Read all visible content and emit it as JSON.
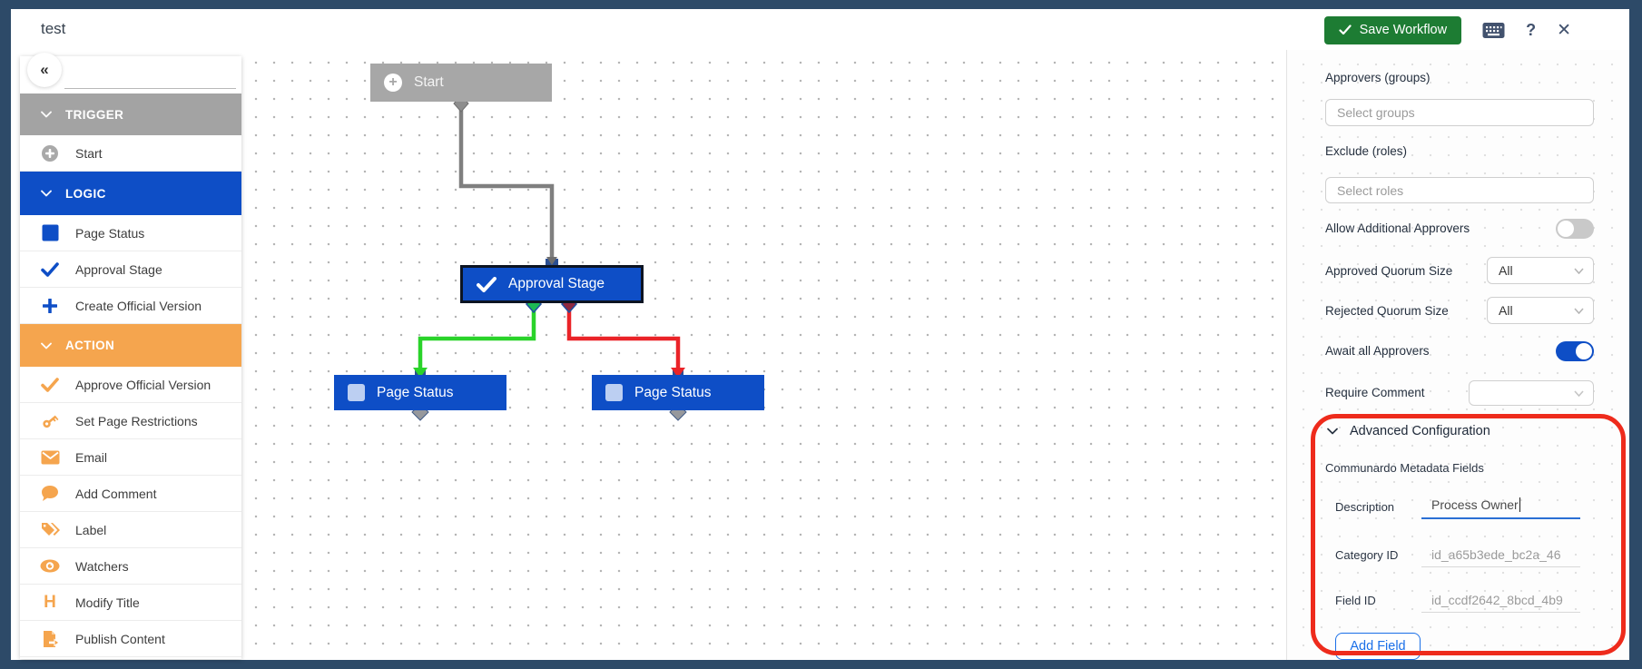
{
  "window": {
    "title": "test"
  },
  "toolbar": {
    "save_label": "Save Workflow",
    "help_label": "?",
    "close_label": "✕"
  },
  "sidebar": {
    "collapse_label": "«",
    "sections": {
      "trigger": "TRIGGER",
      "logic": "LOGIC",
      "action": "ACTION"
    },
    "items": {
      "start": "Start",
      "page_status": "Page Status",
      "approval_stage": "Approval Stage",
      "create_official_version": "Create Official Version",
      "approve_official_version": "Approve Official Version",
      "set_page_restrictions": "Set Page Restrictions",
      "email": "Email",
      "add_comment": "Add Comment",
      "label": "Label",
      "watchers": "Watchers",
      "modify_title": "Modify Title",
      "publish_content": "Publish Content"
    }
  },
  "canvas": {
    "nodes": {
      "start": "Start",
      "approval_stage": "Approval Stage",
      "page_status_left": "Page Status",
      "page_status_right": "Page Status"
    },
    "edge_colors": {
      "default": "#7f7f7f",
      "approved": "#2ad32a",
      "rejected": "#ea2328"
    }
  },
  "panel": {
    "approvers_groups": {
      "label": "Approvers (groups)",
      "placeholder": "Select groups"
    },
    "exclude_roles": {
      "label": "Exclude (roles)",
      "placeholder": "Select roles"
    },
    "allow_additional_approvers": {
      "label": "Allow Additional Approvers",
      "state": "off"
    },
    "approved_quorum_size": {
      "label": "Approved Quorum Size",
      "value": "All"
    },
    "rejected_quorum_size": {
      "label": "Rejected Quorum Size",
      "value": "All"
    },
    "await_all_approvers": {
      "label": "Await all Approvers",
      "state": "on"
    },
    "require_comment": {
      "label": "Require Comment",
      "value": ""
    },
    "advanced": {
      "title": "Advanced Configuration",
      "subtitle": "Communardo Metadata Fields",
      "description": {
        "label": "Description",
        "value": "Process Owner"
      },
      "category_id": {
        "label": "Category ID",
        "value": "id_a65b3ede_bc2a_46"
      },
      "field_id": {
        "label": "Field ID",
        "value": "id_ccdf2642_8bcd_4b9"
      },
      "add_field_label": "Add Field"
    }
  },
  "colors": {
    "frame_navy": "#2d4a68",
    "accent_blue": "#0e4ec6",
    "trigger_gray": "#a3a3a3",
    "action_orange": "#f5a54e",
    "save_green": "#1d7c33",
    "annotation_red": "#ee2b1c"
  }
}
